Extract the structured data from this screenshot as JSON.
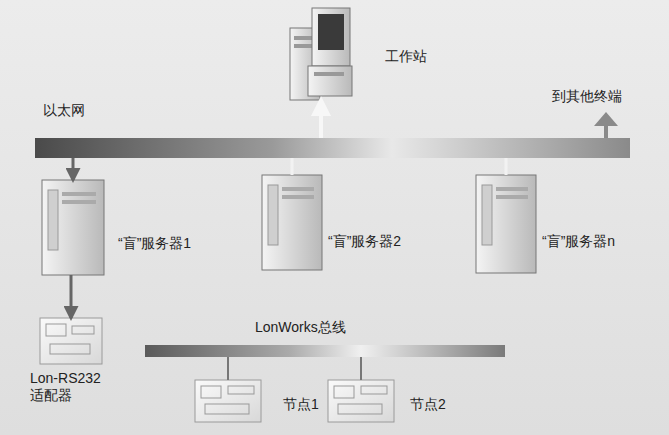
{
  "diagram": {
    "nodes": [
      {
        "text": [
          "工作站"
        ]
      },
      {
        "text": [
          "以太网"
        ]
      },
      {
        "text": [
          "“盲”服务器1"
        ]
      },
      {
        "text": [
          "“盲”服务器2"
        ]
      },
      {
        "text": [
          "“盲”服务器n"
        ]
      },
      {
        "text": [
          "Lon-RS232 适配器"
        ]
      },
      {
        "text": [
          "LonWorks总线"
        ]
      },
      {
        "text": [
          "节点1"
        ]
      },
      {
        "text": [
          "节点2"
        ]
      }
    ],
    "edges": [
      {
        "from": 1,
        "to": 0,
        "arrow": "to"
      },
      {
        "from": 1,
        "to": 2,
        "arrow": "to"
      },
      {
        "from": 1,
        "to": 3,
        "arrow": "none"
      },
      {
        "from": 1,
        "to": 4,
        "arrow": "none"
      },
      {
        "from": 2,
        "to": 5,
        "arrow": "to"
      },
      {
        "from": 6,
        "to": 7,
        "arrow": "none"
      },
      {
        "from": 6,
        "to": 8,
        "arrow": "none"
      }
    ],
    "labels": [
      "到其他终端"
    ]
  }
}
